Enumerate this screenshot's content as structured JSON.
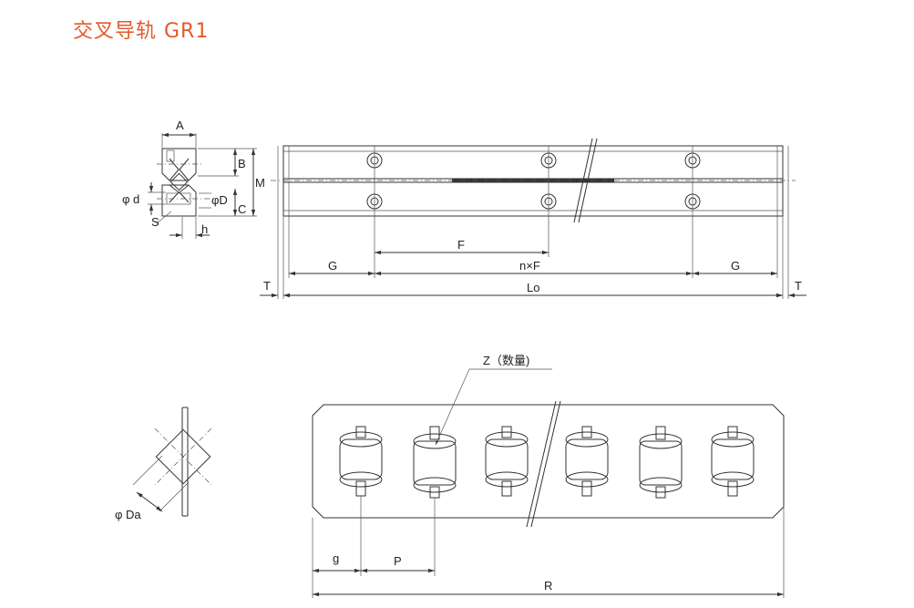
{
  "title": "交叉导轨 GR1",
  "colors": {
    "title": "#e35a2b",
    "line": "#333333",
    "fill": "#f2f2f2",
    "roller": "#d8d8d8"
  },
  "labels": {
    "A": "A",
    "B": "B",
    "C": "C",
    "M": "M",
    "d": "φ d",
    "D": "φD",
    "S": "S",
    "h": "h",
    "F": "F",
    "nF": "n×F",
    "G": "G",
    "T": "T",
    "L0": "Lo",
    "Z": "Z（数量)",
    "Da": "φ Da",
    "g": "g",
    "P": "P",
    "R": "R"
  }
}
